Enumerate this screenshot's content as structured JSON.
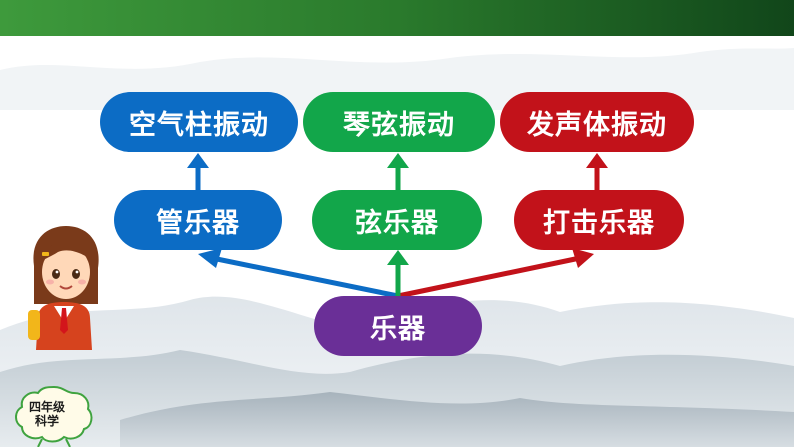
{
  "nodes": {
    "root": "乐器",
    "wind": "管乐器",
    "string": "弦乐器",
    "percussion": "打击乐器",
    "wind_source": "空气柱振动",
    "string_source": "琴弦振动",
    "percussion_source": "发声体振动"
  },
  "badge": {
    "line1": "四年级",
    "line2": "科学"
  },
  "colors": {
    "wind": "#0c6cc5",
    "string": "#12a64a",
    "percussion": "#c2121a",
    "root": "#6a2f97",
    "header": "#2a7a2c"
  }
}
